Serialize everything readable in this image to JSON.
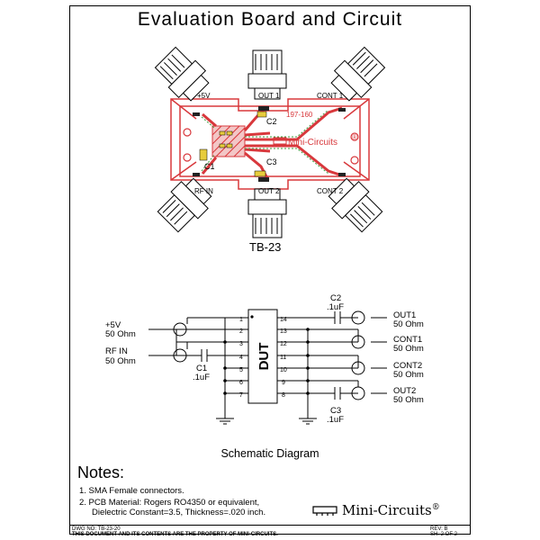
{
  "title": "Evaluation Board and Circuit",
  "board": {
    "labels": {
      "plus5v": "+5V",
      "out1": "OUT 1",
      "cont1": "CONT 1",
      "rfin": "RF IN",
      "out2": "OUT 2",
      "cont2": "CONT 2",
      "c1": "C1",
      "c2": "C2",
      "c3": "C3",
      "part": "197-160",
      "brand": "Mini-Circuits",
      "reg": "®"
    },
    "name": "TB-23"
  },
  "schematic": {
    "left": {
      "p5v": "+5V",
      "p5v_imp": "50 Ohm",
      "rfin": "RF IN",
      "rfin_imp": "50 Ohm",
      "c1": "C1",
      "c1_val": ".1uF"
    },
    "dut": "DUT",
    "pins_left": [
      "1",
      "2",
      "3",
      "4",
      "5",
      "6",
      "7"
    ],
    "pins_right": [
      "14",
      "13",
      "12",
      "11",
      "10",
      "9",
      "8"
    ],
    "right": {
      "c2": "C2",
      "c2_val": ".1uF",
      "c3": "C3",
      "c3_val": ".1uF",
      "out1": "OUT1",
      "out1_imp": "50 Ohm",
      "cont1": "CONT1",
      "cont1_imp": "50 Ohm",
      "cont2": "CONT2",
      "cont2_imp": "50 Ohm",
      "out2": "OUT2",
      "out2_imp": "50 Ohm"
    },
    "caption": "Schematic Diagram"
  },
  "notes": {
    "heading": "Notes:",
    "items": [
      "1.  SMA Female connectors.",
      "2.  PCB Material: Rogers RO4350 or equivalent,",
      "Dielectric Constant=3.5, Thickness=.020 inch."
    ]
  },
  "logo": {
    "text": "Mini-Circuits",
    "reg": "®"
  },
  "footer": {
    "dwg": "DWG NO: TB-23-20",
    "legal": "THIS DOCUMENT AND ITS CONTENTS ARE THE PROPERTY OF MINI-CIRCUITS.",
    "rev": "REV: B",
    "sheet": "SH: 2  OF  2"
  },
  "colors": {
    "trace": "#d8383c",
    "pad": "#e8cc3c",
    "green": "#3c9c3c",
    "board": "#d8383c"
  }
}
